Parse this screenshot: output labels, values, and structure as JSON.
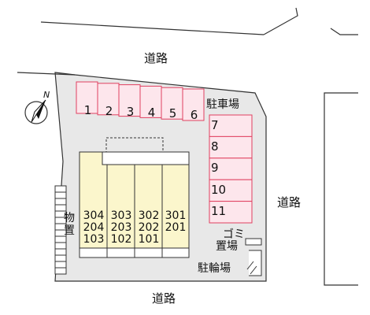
{
  "roads": {
    "north": "道路",
    "east": "道路",
    "south": "道路"
  },
  "compass": {
    "north_mark": "N",
    "icon": "north-arrow-icon"
  },
  "areas": {
    "parking": "駐車場",
    "storage": "物置",
    "garbage_line1": "ゴミ",
    "garbage_line2": "置場",
    "bicycle": "駐輪場"
  },
  "parking_spaces": {
    "top_row": [
      "1",
      "2",
      "3",
      "4",
      "5",
      "6"
    ],
    "right_column": [
      "7",
      "8",
      "9",
      "10",
      "11"
    ]
  },
  "building_units": [
    [
      "304",
      "204",
      "103"
    ],
    [
      "303",
      "203",
      "102"
    ],
    [
      "302",
      "202",
      "101"
    ],
    [
      "301",
      "201"
    ]
  ],
  "colors": {
    "parking_fill": "#fde6ec",
    "parking_stroke": "#e04060",
    "building_fill": "#fbf6cc",
    "site_fill": "#e8e8e8",
    "line": "#333333"
  }
}
